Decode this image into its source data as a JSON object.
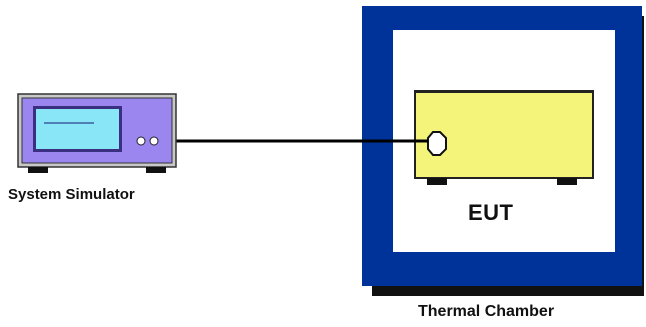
{
  "labels": {
    "simulator": "System Simulator",
    "eut": "EUT",
    "chamber": "Thermal Chamber"
  },
  "colors": {
    "simulator_body": "#9b86ef",
    "simulator_screen": "#88e6f7",
    "chamber_wall": "#003399",
    "chamber_shadow": "#111111",
    "eut_body": "#f4f47a",
    "cable": "#000000",
    "feet": "#111111"
  }
}
